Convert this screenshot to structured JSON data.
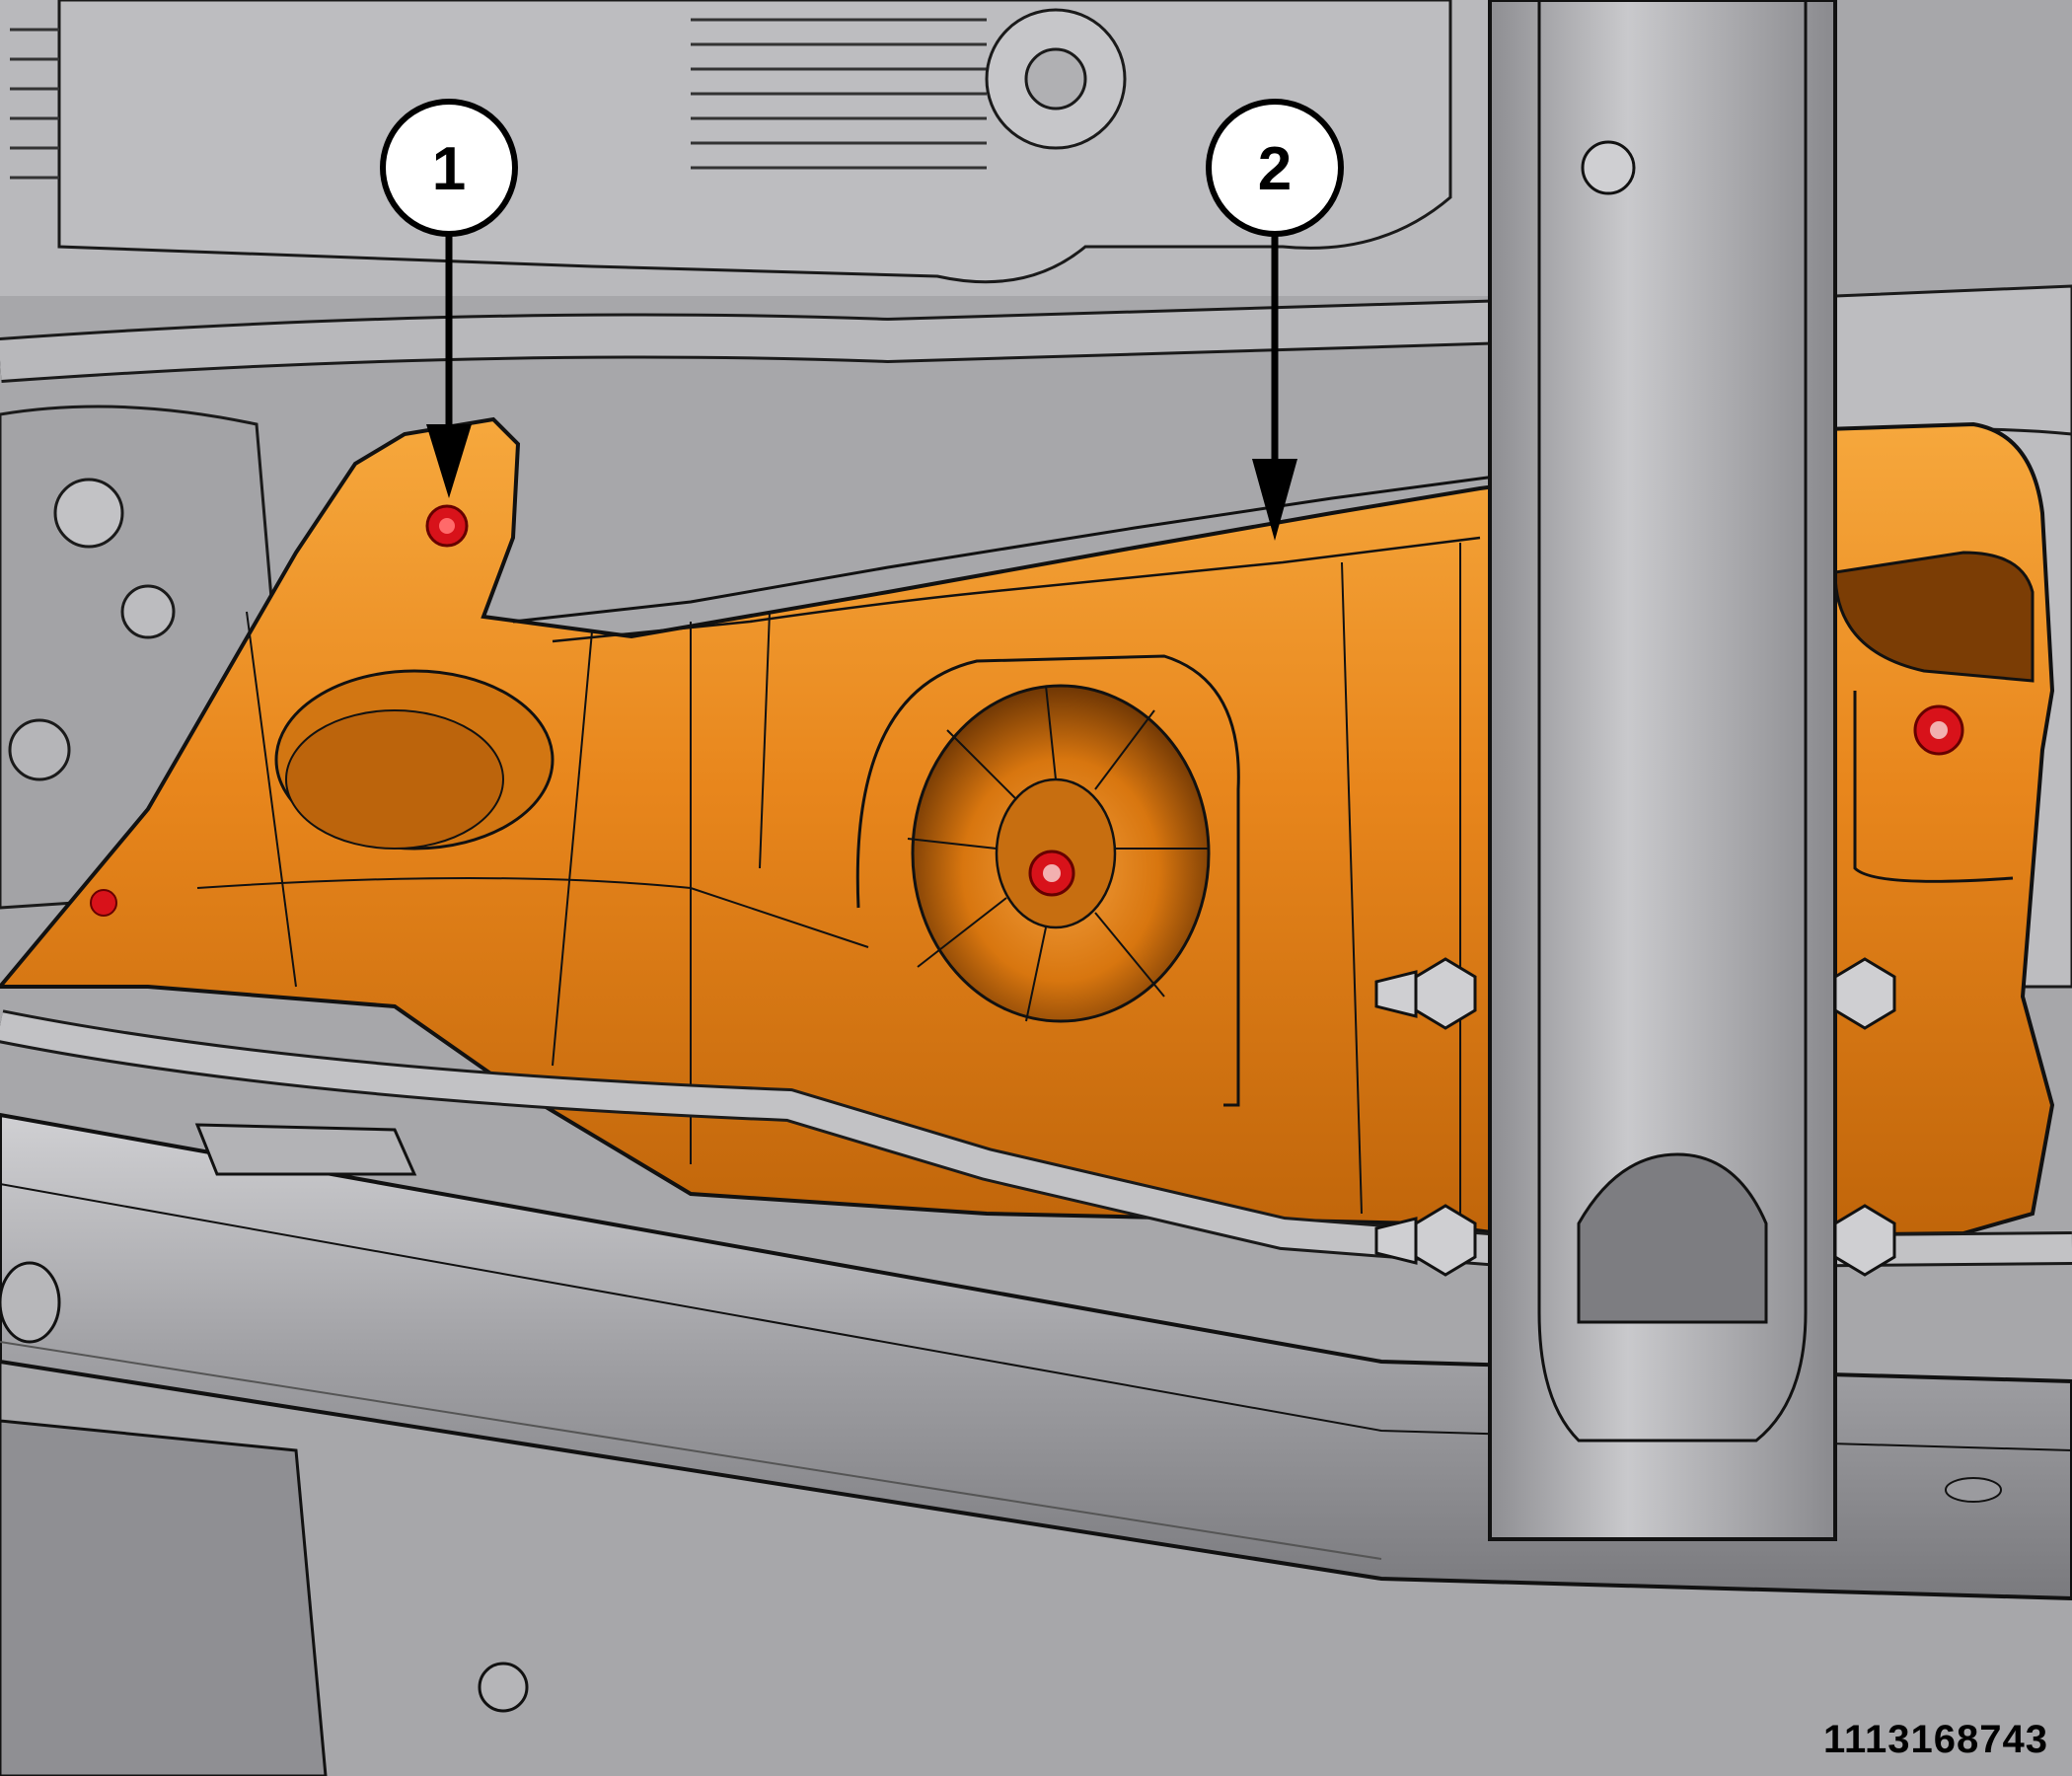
{
  "figure": {
    "id": "1113168743",
    "callouts": [
      {
        "label": "1",
        "target": "fastener"
      },
      {
        "label": "2",
        "target": "heat-shield"
      }
    ],
    "colors": {
      "shield": "#e8861c",
      "shield_dark": "#b55e08",
      "fastener": "#d8121a",
      "frame": "#9c9ca0",
      "background": "#a9a9ac"
    }
  }
}
